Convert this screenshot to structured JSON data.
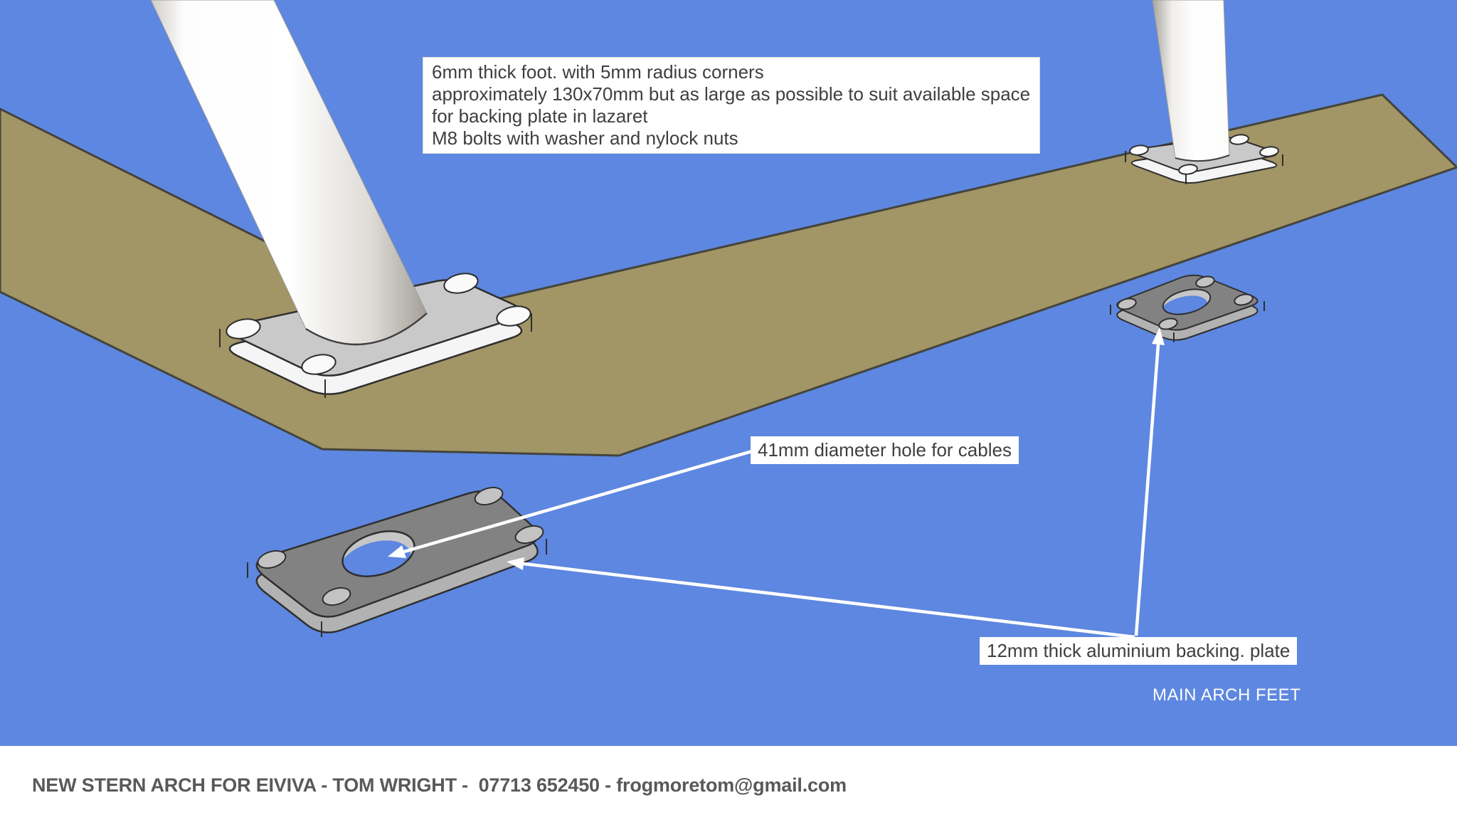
{
  "scene": {
    "caption": "MAIN ARCH FEET",
    "colors": {
      "background": "#5d87e0",
      "deck": "#a29566",
      "foot_top": "#c9c9c9",
      "foot_side": "#f5f5f5",
      "backing_top": "#828282",
      "backing_side": "#b2b2b2",
      "hole_wall": "#c6c6c6",
      "bolt_hole_backing": "#c3c3c3",
      "bolt_hole_foot": "#fafafa",
      "leader": "#ffffff",
      "tube_shade": "#a39f98"
    }
  },
  "annotations": {
    "spec_note": {
      "lines": [
        "6mm thick foot. with 5mm radius corners",
        "approximately 130x70mm but as large as possible to suit available space",
        "for backing plate in lazaret",
        "M8 bolts with washer and nylock nuts"
      ]
    },
    "cable_hole_label": "41mm diameter hole for cables",
    "backing_plate_label": "12mm thick aluminium backing. plate"
  },
  "footer": {
    "text": "NEW STERN ARCH FOR EIVIVA - TOM WRIGHT -  07713 652450 - frogmoretom@gmail.com"
  }
}
